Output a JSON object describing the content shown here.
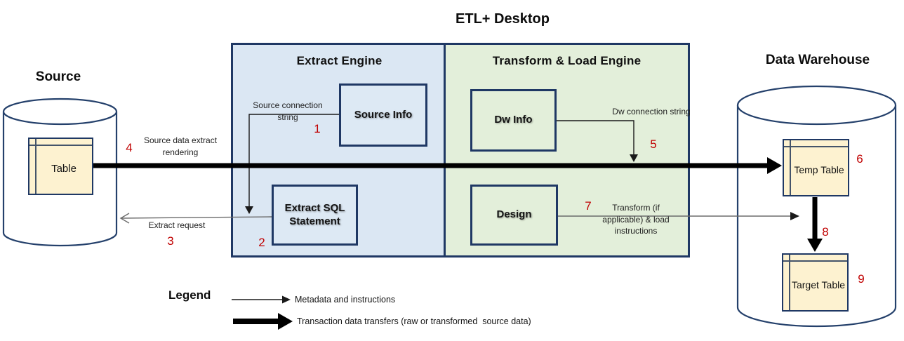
{
  "title": "ETL+ Desktop",
  "source": {
    "title": "Source",
    "table": "Table"
  },
  "engines": {
    "extract": {
      "title": "Extract Engine",
      "source_info": "Source Info",
      "extract_sql": "Extract SQL Statement"
    },
    "transform": {
      "title": "Transform & Load Engine",
      "dw_info": "Dw Info",
      "design": "Design"
    }
  },
  "warehouse": {
    "title": "Data Warehouse",
    "temp_table": "Temp Table",
    "target_table": "Target Table"
  },
  "flow_labels": {
    "source_connection": "Source connection string",
    "source_data": "Source data extract rendering",
    "extract_request": "Extract request",
    "dw_connection": "Dw connection string",
    "transform_load": "Transform (if applicable) & load instructions"
  },
  "steps": {
    "s1": "1",
    "s2": "2",
    "s3": "3",
    "s4": "4",
    "s5": "5",
    "s6": "6",
    "s7": "7",
    "s8": "8",
    "s9": "9"
  },
  "legend": {
    "title": "Legend",
    "thin_arrow": "Metadata and instructions",
    "thick_arrow": "Transaction data transfers (raw or transformed  source data)"
  },
  "colors": {
    "border_navy": "#1f3864",
    "extract_fill": "#dbe7f3",
    "transform_fill": "#e3efda",
    "table_fill": "#fdf2d0",
    "step_red": "#c00000"
  }
}
